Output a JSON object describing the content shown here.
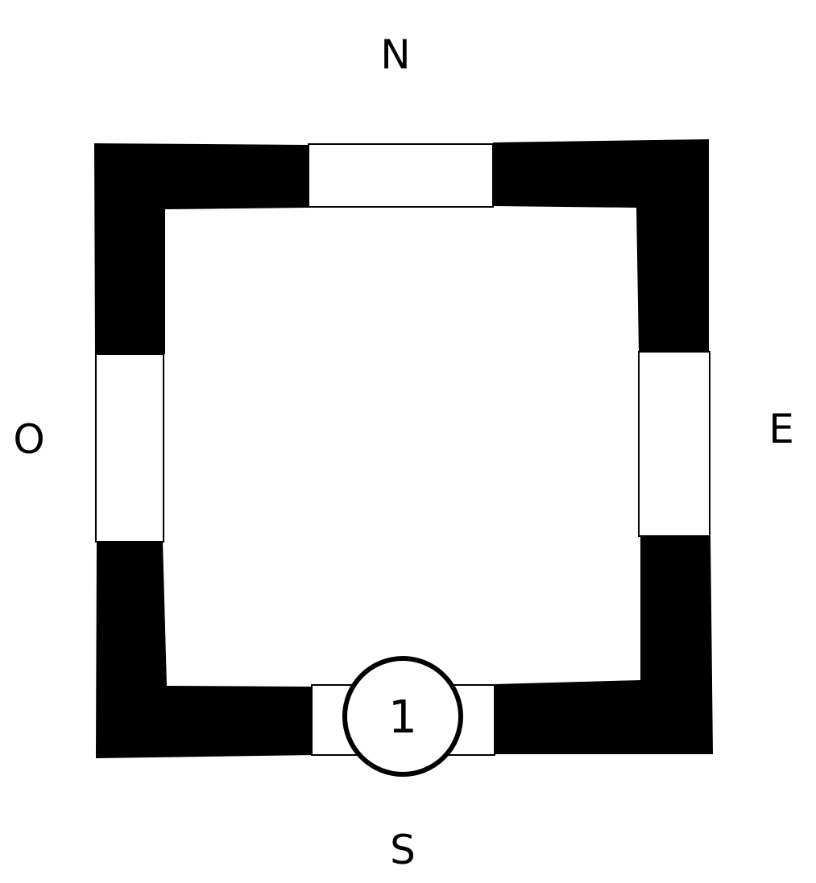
{
  "compass": {
    "north": "N",
    "south": "S",
    "east": "E",
    "west": "O"
  },
  "marker": {
    "label": "1",
    "wall": "south"
  },
  "openings": [
    "north",
    "east",
    "south",
    "west"
  ],
  "colors": {
    "wall": "#000000",
    "background": "#ffffff",
    "text": "#000000"
  }
}
